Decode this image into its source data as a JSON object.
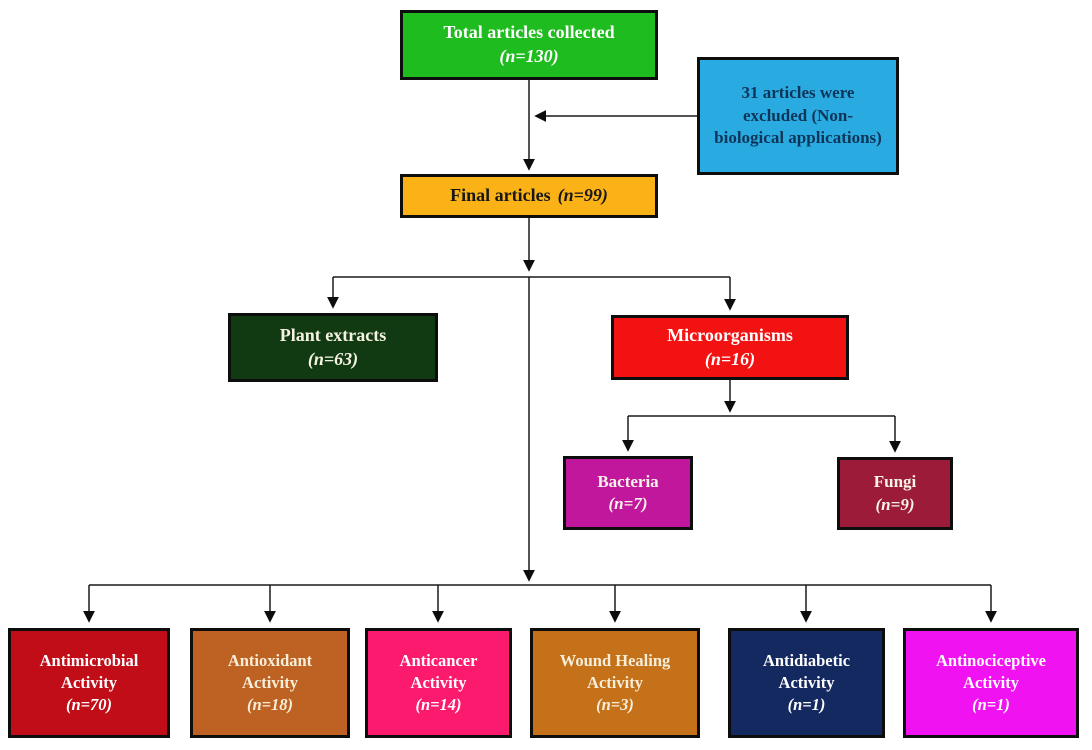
{
  "diagram": {
    "type": "flowchart",
    "nodes": {
      "total": {
        "label": "Total articles collected",
        "count": "(n=130)",
        "bg": "#1ebc1e",
        "fg": "#ffffff"
      },
      "excluded": {
        "label": "31 articles were excluded (Non-biological applications)",
        "bg": "#29abe2",
        "fg": "#0e3558"
      },
      "final": {
        "label": "Final articles",
        "count": "(n=99)",
        "bg": "#fbb216",
        "fg": "#171717"
      },
      "plant": {
        "label": "Plant extracts",
        "count": "(n=63)",
        "bg": "#123a12",
        "fg": "#f7f3e2"
      },
      "micro": {
        "label": "Microorganisms",
        "count": "(n=16)",
        "bg": "#f31212",
        "fg": "#ffffff"
      },
      "bacteria": {
        "label": "Bacteria",
        "count": "(n=7)",
        "bg": "#c0179c",
        "fg": "#f9f4e8"
      },
      "fungi": {
        "label": "Fungi",
        "count": "(n=9)",
        "bg": "#9b1b38",
        "fg": "#f9f4e8"
      },
      "antimicrobial": {
        "label": "Antimicrobial Activity",
        "count": "(n=70)",
        "bg": "#c00d18",
        "fg": "#ffffff"
      },
      "antioxidant": {
        "label": "Antioxidant Activity",
        "count": "(n=18)",
        "bg": "#bd6222",
        "fg": "#f7eed9"
      },
      "anticancer": {
        "label": "Anticancer Activity",
        "count": "(n=14)",
        "bg": "#fb1a6d",
        "fg": "#ffffff"
      },
      "wound": {
        "label": "Wound Healing Activity",
        "count": "(n=3)",
        "bg": "#c4711a",
        "fg": "#f7eed9"
      },
      "antidiabetic": {
        "label": "Antidiabetic Activity",
        "count": "(n=1)",
        "bg": "#14295f",
        "fg": "#ffffff"
      },
      "antinociceptive": {
        "label": "Antinociceptive Activity",
        "count": "(n=1)",
        "bg": "#f012f0",
        "fg": "#fdfdfd"
      }
    },
    "edges": [
      {
        "from": "total",
        "to": "final"
      },
      {
        "from": "excluded",
        "to": "total-final-connector"
      },
      {
        "from": "final",
        "to": "plant"
      },
      {
        "from": "final",
        "to": "micro"
      },
      {
        "from": "micro",
        "to": "bacteria"
      },
      {
        "from": "micro",
        "to": "fungi"
      },
      {
        "from": "final",
        "to": "antimicrobial"
      },
      {
        "from": "final",
        "to": "antioxidant"
      },
      {
        "from": "final",
        "to": "anticancer"
      },
      {
        "from": "final",
        "to": "wound"
      },
      {
        "from": "final",
        "to": "antidiabetic"
      },
      {
        "from": "final",
        "to": "antinociceptive"
      }
    ],
    "line_color": "#1a1a1a"
  }
}
